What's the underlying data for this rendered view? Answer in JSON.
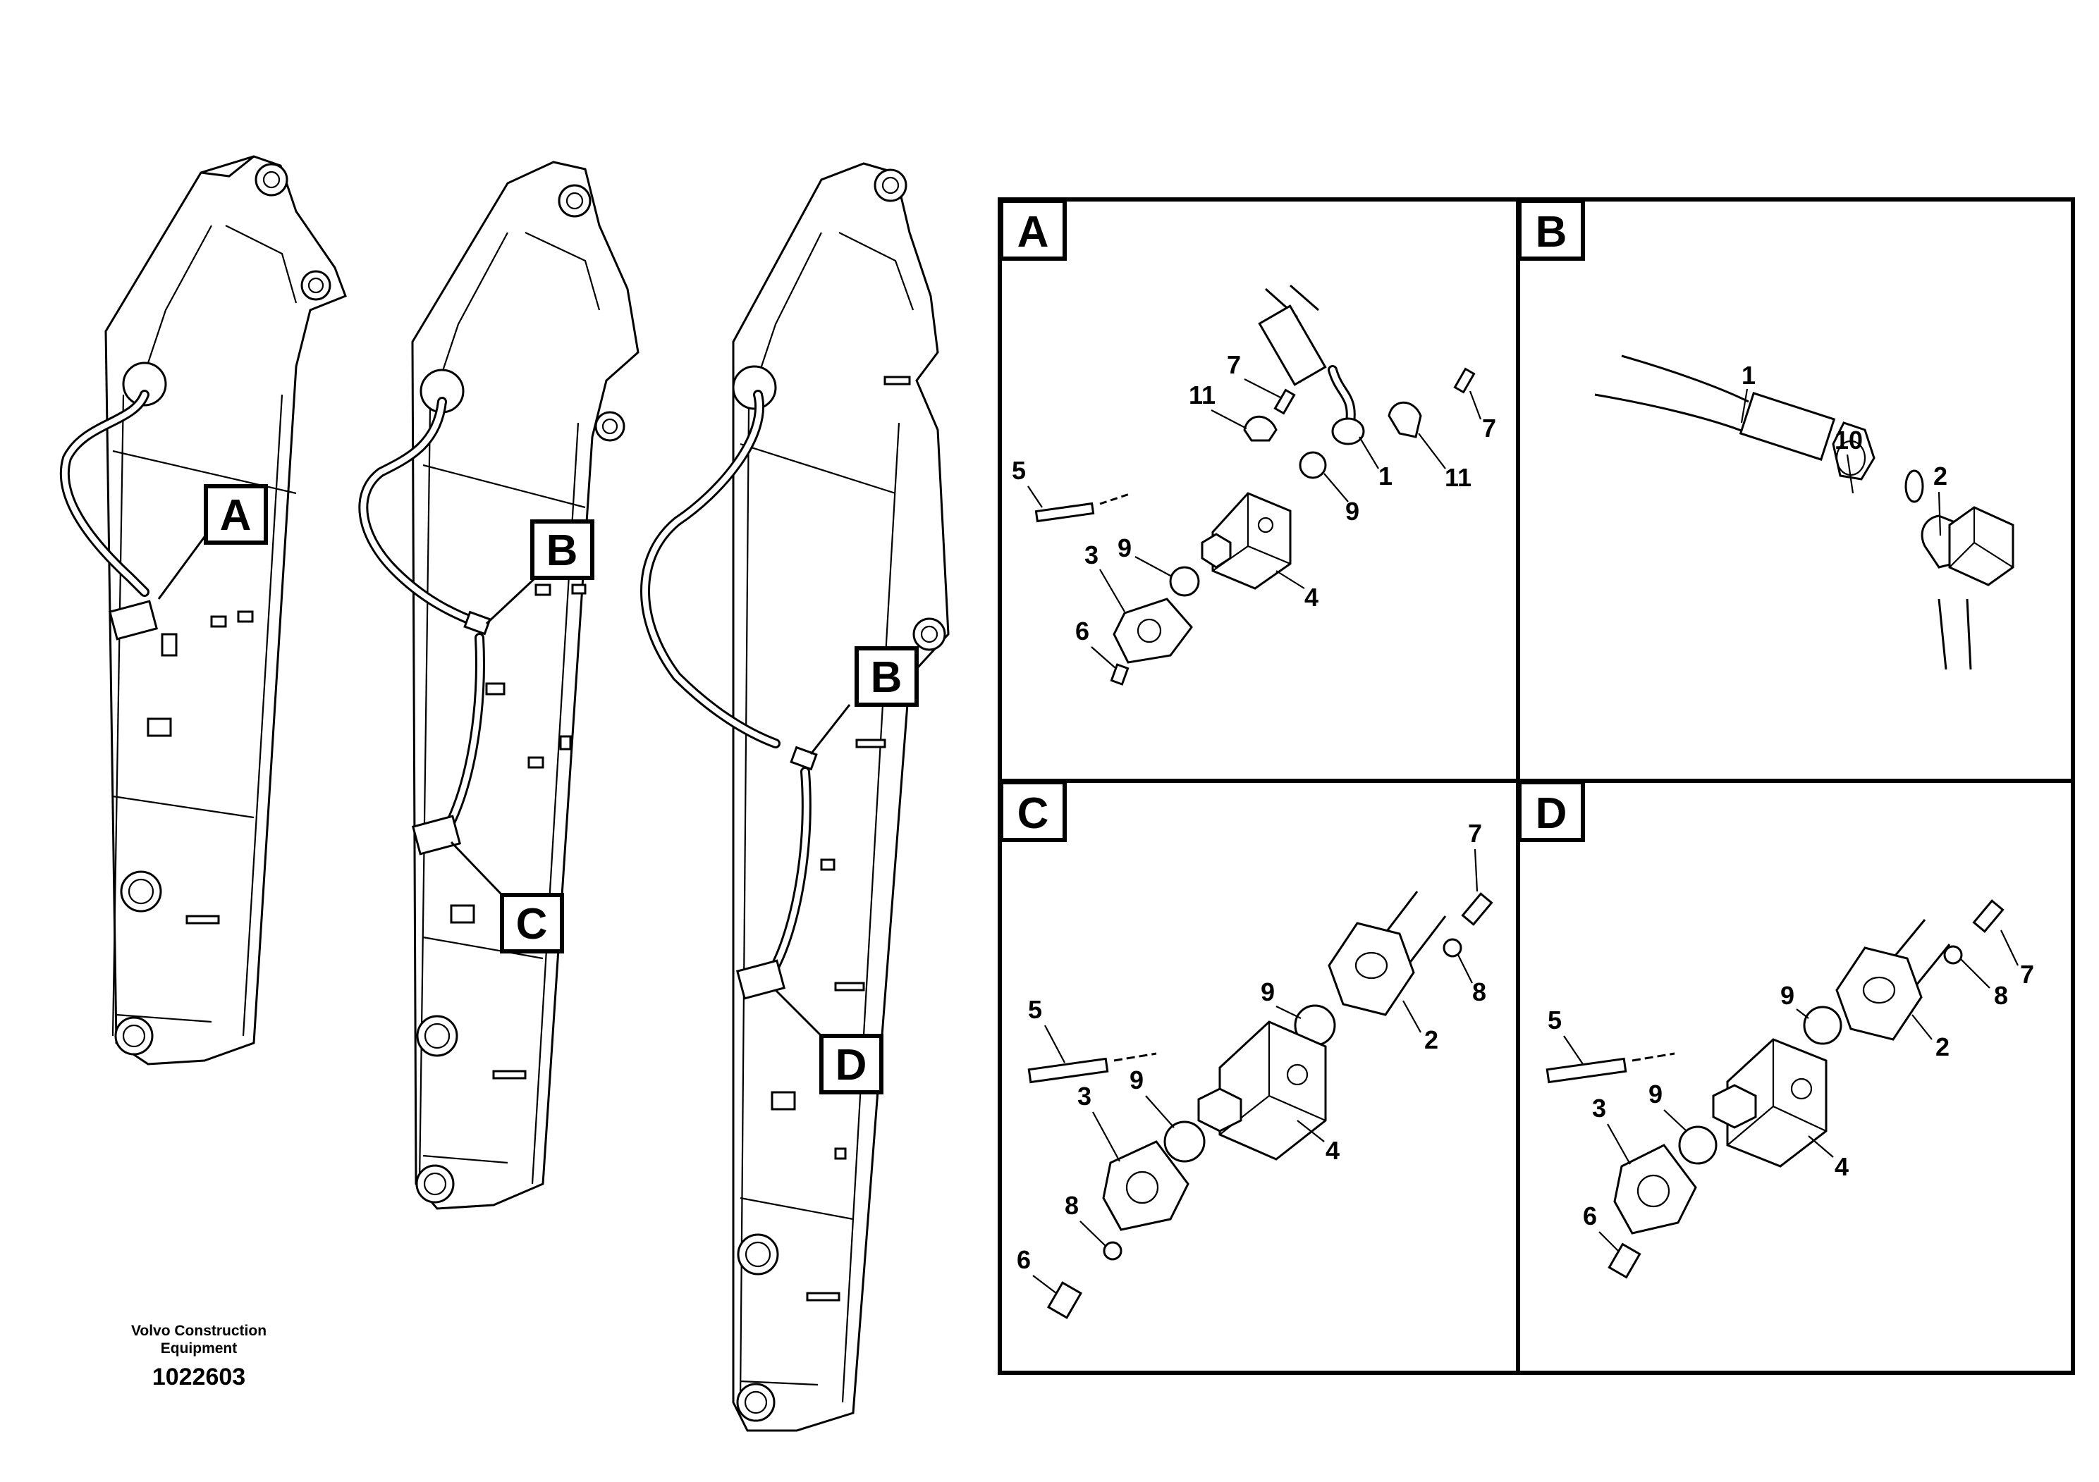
{
  "booms": {
    "boom1": {
      "callouts": [
        "A"
      ]
    },
    "boom2": {
      "callouts": [
        "B",
        "C"
      ]
    },
    "boom3": {
      "callouts": [
        "B",
        "D"
      ]
    }
  },
  "panels": {
    "A": {
      "label": "A",
      "parts": [
        "7",
        "11",
        "5",
        "9",
        "3",
        "6",
        "4",
        "1",
        "9",
        "7",
        "11"
      ]
    },
    "B": {
      "label": "B",
      "parts": [
        "1",
        "10",
        "2"
      ]
    },
    "C": {
      "label": "C",
      "parts": [
        "7",
        "9",
        "8",
        "5",
        "9",
        "3",
        "2",
        "4",
        "8",
        "6"
      ]
    },
    "D": {
      "label": "D",
      "parts": [
        "5",
        "9",
        "7",
        "8",
        "9",
        "2",
        "3",
        "4",
        "6"
      ]
    }
  },
  "footer": {
    "maker_line1": "Volvo Construction",
    "maker_line2": "Equipment",
    "doc_number": "1022603"
  }
}
